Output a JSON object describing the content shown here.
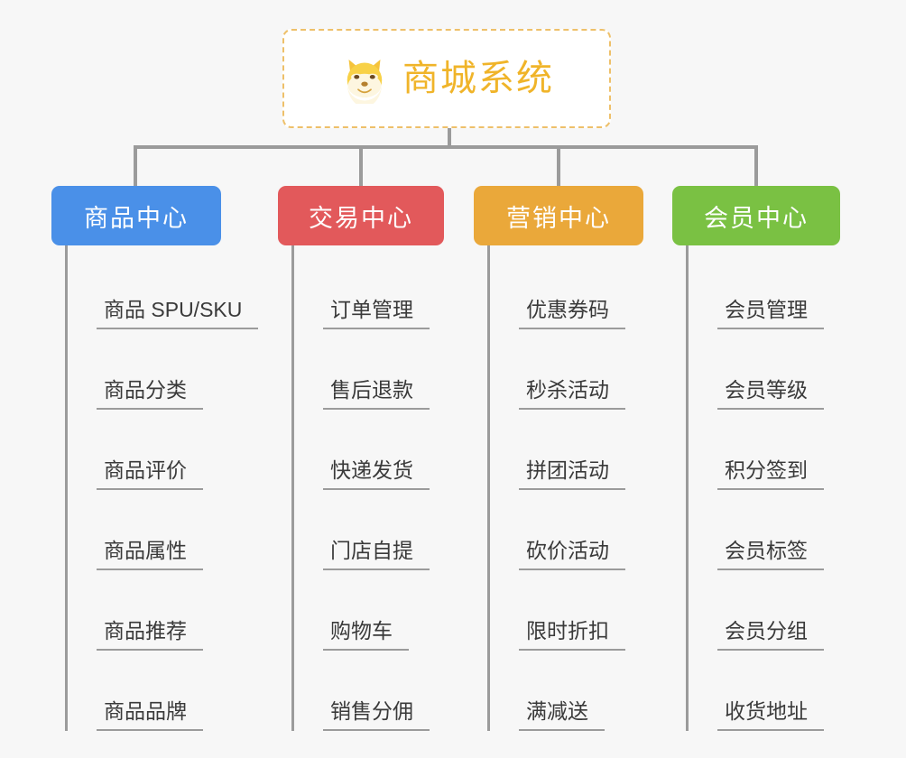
{
  "canvas": {
    "background": "#f7f7f7",
    "line_color": "#9b9b9b"
  },
  "root": {
    "title": "商城系统",
    "icon": "shiba-dog-face-emoji",
    "text_color": "#f0b429",
    "border_color": "#eec06a",
    "background": "#ffffff"
  },
  "branches": [
    {
      "label": "商品中心",
      "color": "#4a90e8",
      "items": [
        "商品 SPU/SKU",
        "商品分类",
        "商品评价",
        "商品属性",
        "商品推荐",
        "商品品牌"
      ]
    },
    {
      "label": "交易中心",
      "color": "#e2595b",
      "items": [
        "订单管理",
        "售后退款",
        "快递发货",
        "门店自提",
        "购物车",
        "销售分佣"
      ]
    },
    {
      "label": "营销中心",
      "color": "#eaa83a",
      "items": [
        "优惠券码",
        "秒杀活动",
        "拼团活动",
        "砍价活动",
        "限时折扣",
        "满减送"
      ]
    },
    {
      "label": "会员中心",
      "color": "#7ac143",
      "items": [
        "会员管理",
        "会员等级",
        "积分签到",
        "会员标签",
        "会员分组",
        "收货地址"
      ]
    }
  ]
}
